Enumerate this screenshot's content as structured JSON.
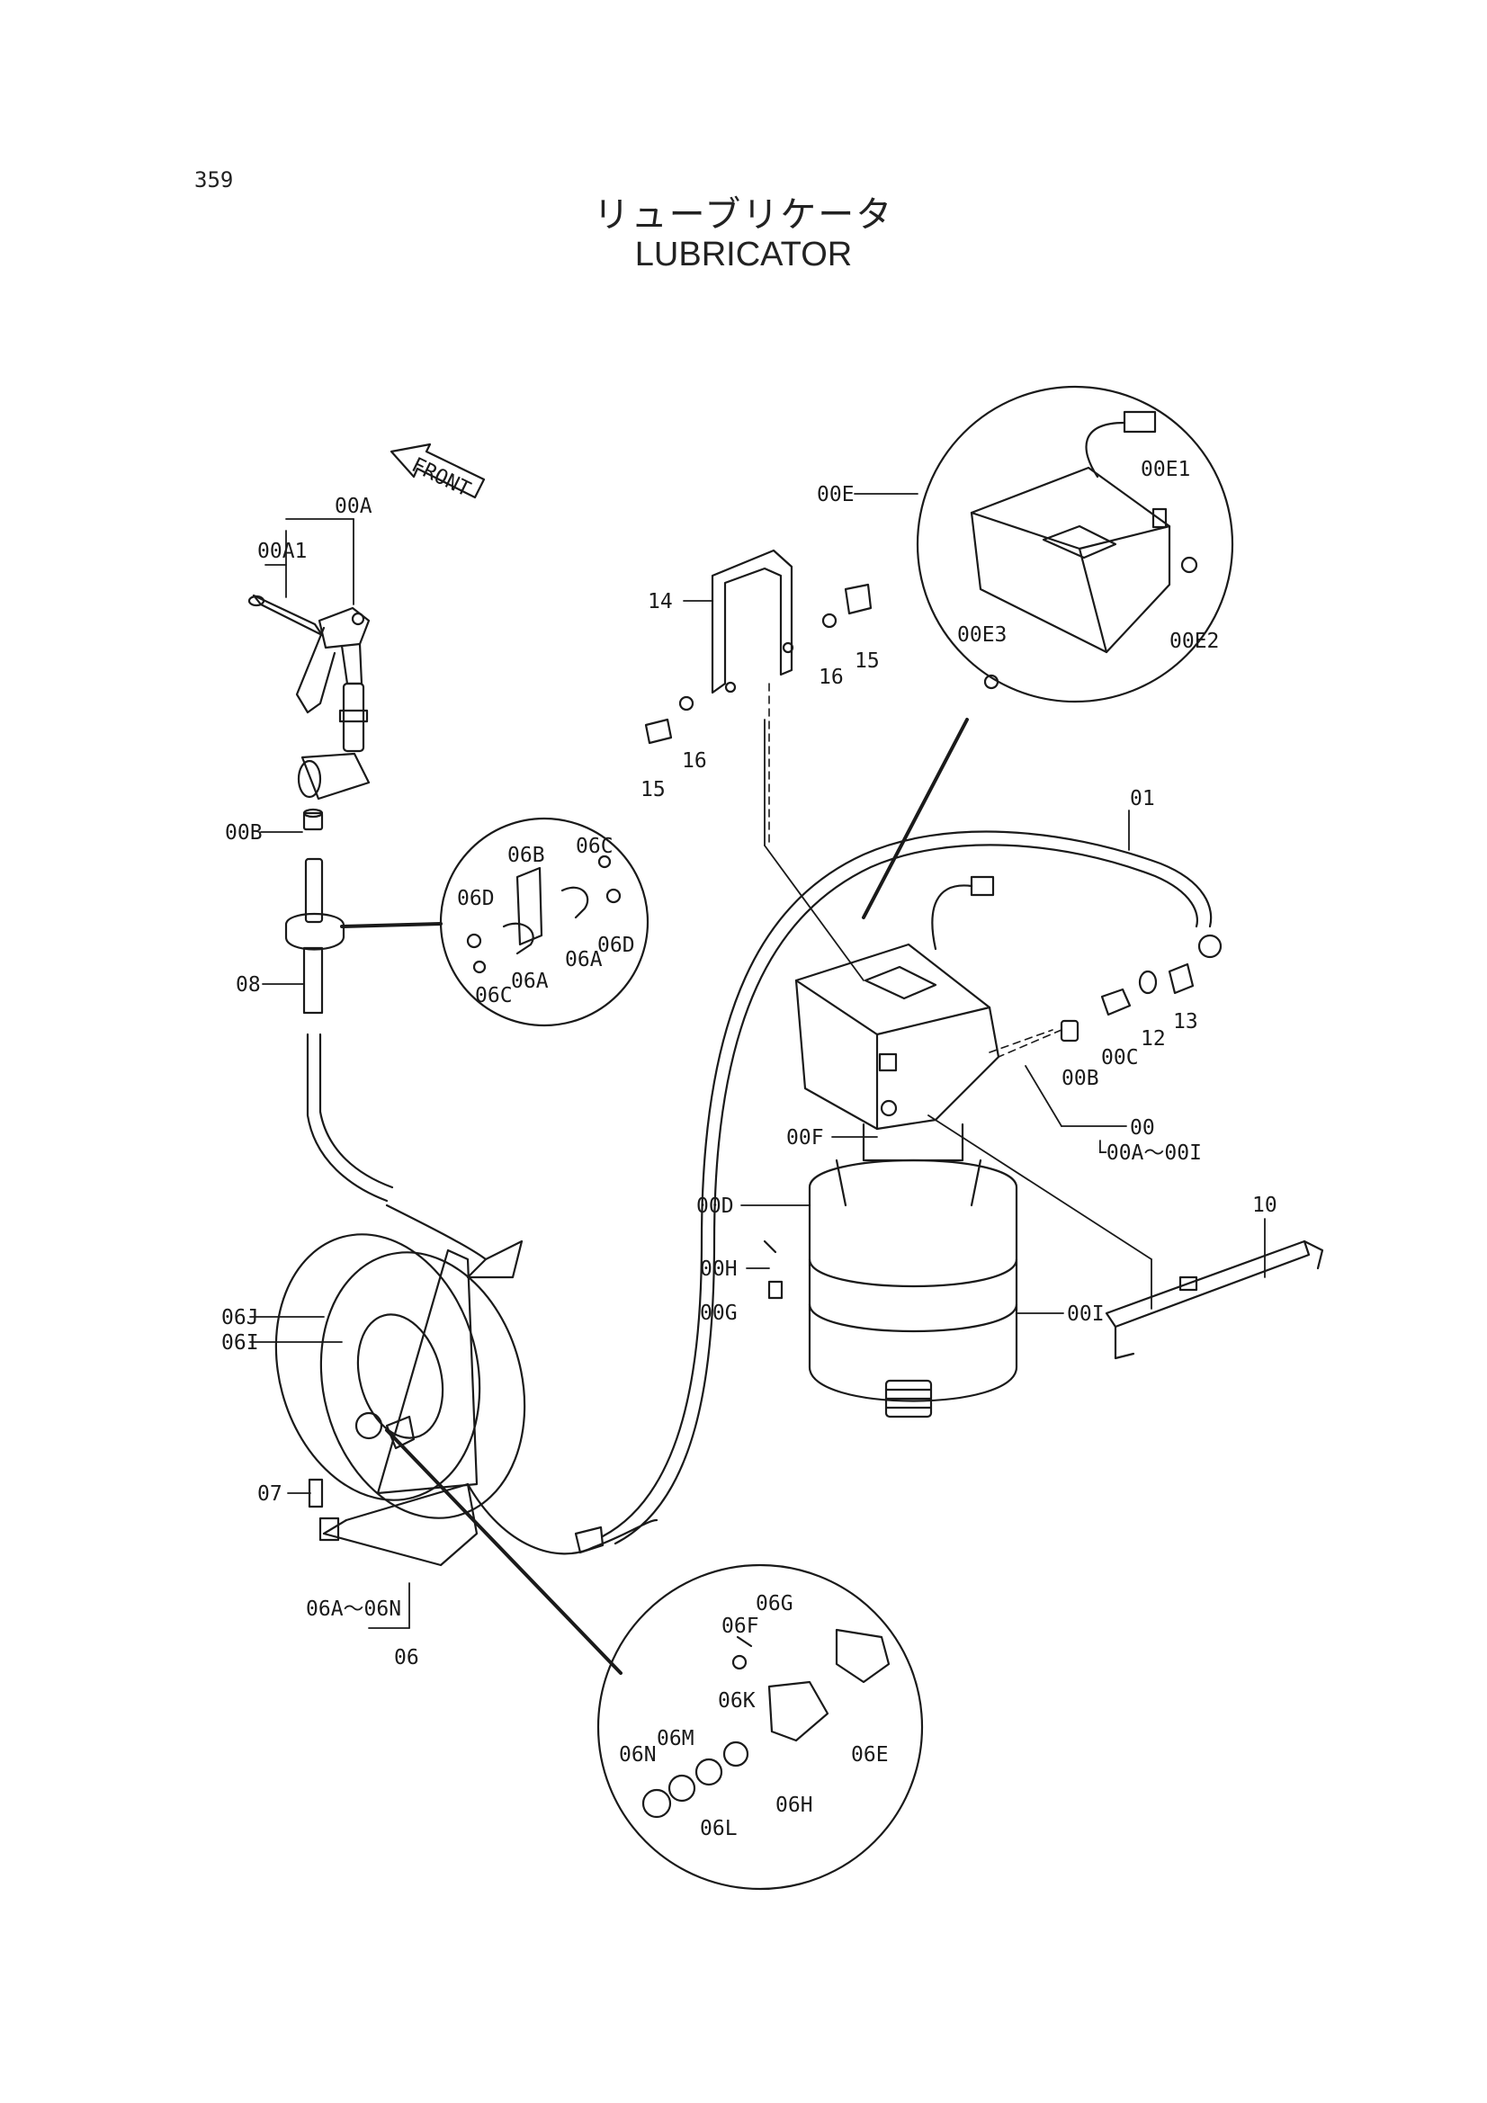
{
  "page_number": "359",
  "title_jp": "リューブリケータ",
  "title_en": "LUBRICATOR",
  "front_label": "FRONT",
  "labels": {
    "l00A": "00A",
    "l00A1": "00A1",
    "l00B_left": "00B",
    "l08": "08",
    "l14": "14",
    "l15a": "15",
    "l16a": "16",
    "l15b": "15",
    "l16b": "16",
    "l00E": "00E",
    "l00E1": "00E1",
    "l00E2": "00E2",
    "l00E3": "00E3",
    "l01": "01",
    "l13": "13",
    "l12": "12",
    "l00C": "00C",
    "l00B_right": "00B",
    "l00": "00",
    "l00range": "└00A～00I",
    "l00F": "00F",
    "l00D": "00D",
    "l00H": "00H",
    "l00G": "00G",
    "l00I": "00I",
    "l10": "10",
    "l06B": "06B",
    "l06C_top": "06C",
    "l06D_left": "06D",
    "l06D_right": "06D",
    "l06A_mid": "06A",
    "l06A_right": "06A",
    "l06C_bottom": "06C",
    "l06J": "06J",
    "l06I": "06I",
    "l07": "07",
    "l06range": "06A～06N",
    "l06": "06",
    "l06G": "06G",
    "l06F": "06F",
    "l06K": "06K",
    "l06E": "06E",
    "l06M": "06M",
    "l06N": "06N",
    "l06L": "06L",
    "l06H": "06H"
  }
}
